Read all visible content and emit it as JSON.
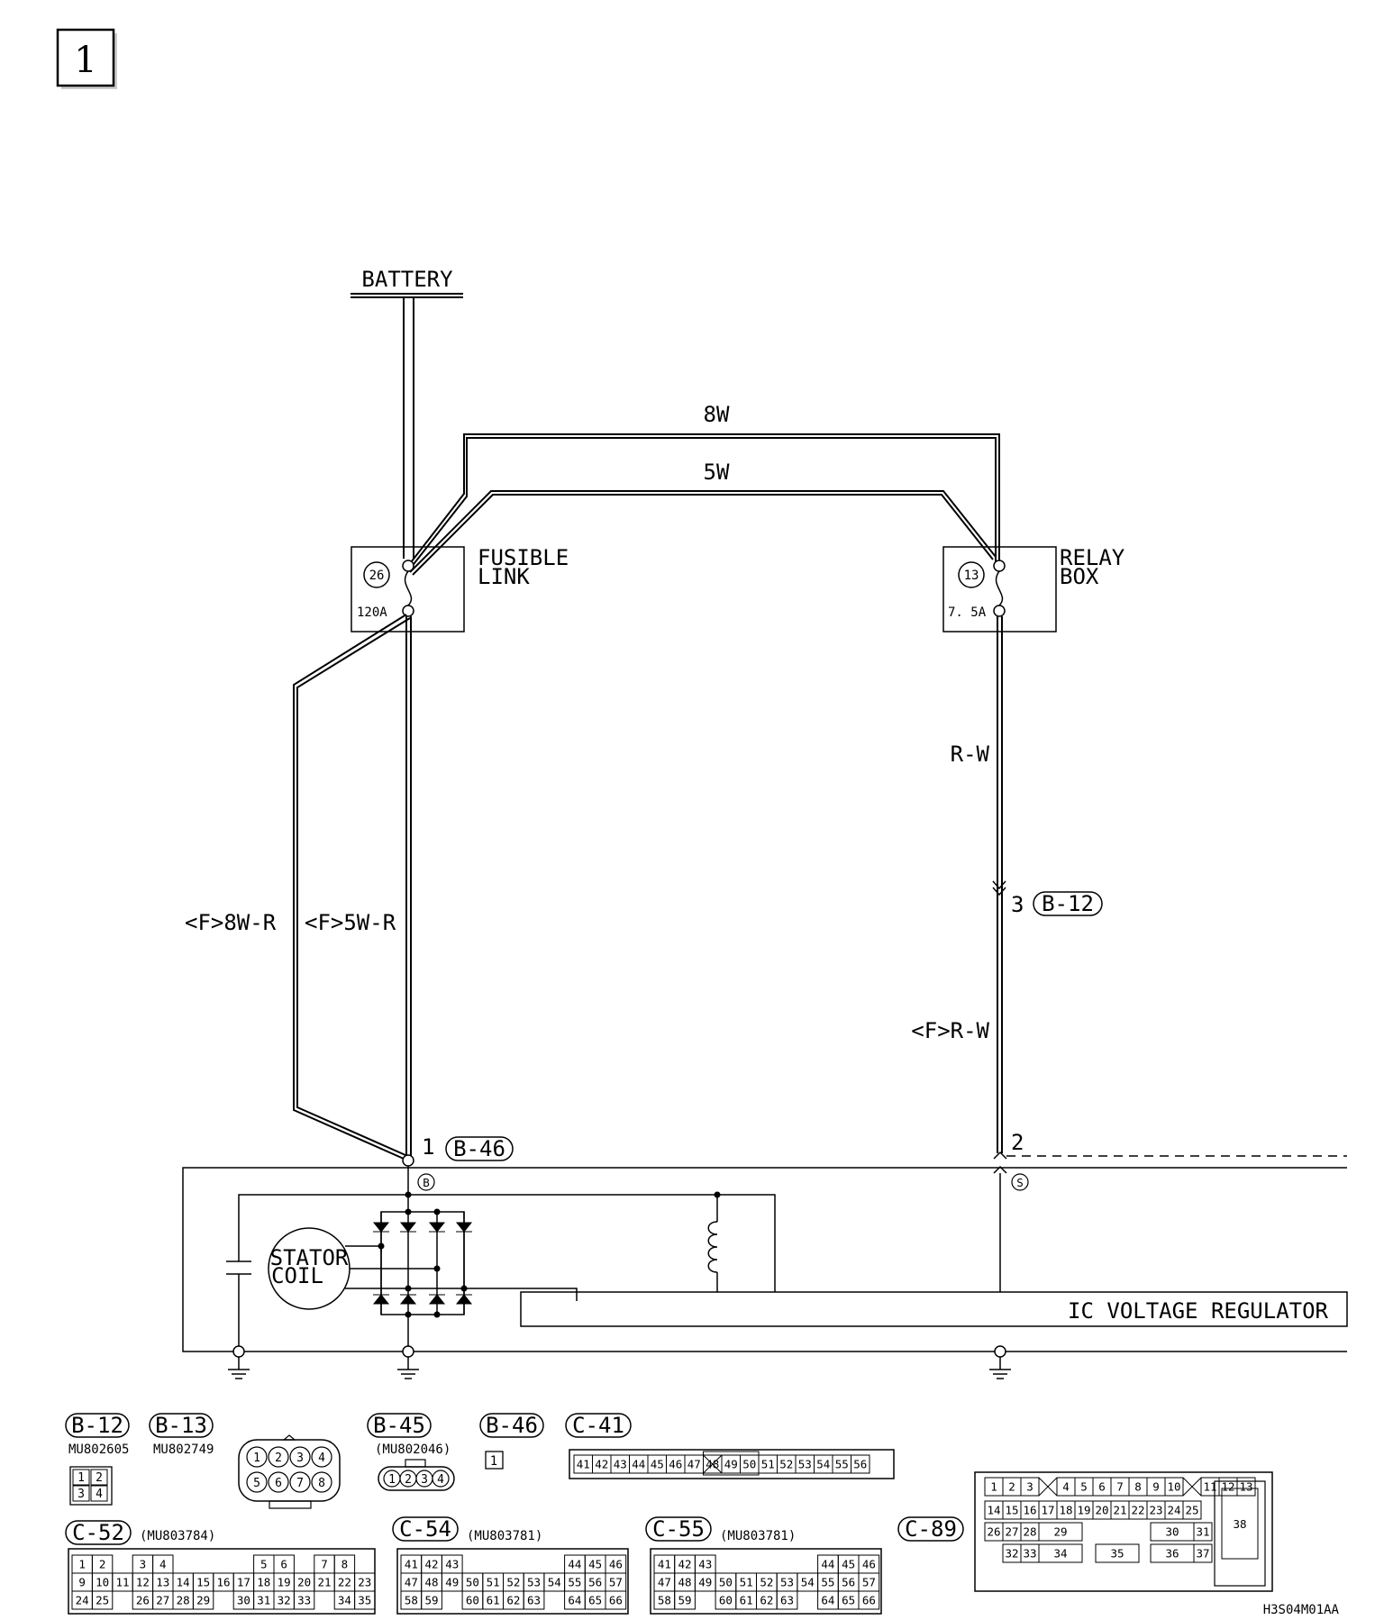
{
  "page_number": "1",
  "drawing_code": "H3S04M01AA",
  "battery_label": "BATTERY",
  "fusible_link": {
    "title_line1": "FUSIBLE",
    "title_line2": "LINK",
    "number": "26",
    "rating": "120A"
  },
  "relay_box": {
    "title_line1": "RELAY",
    "title_line2": "BOX",
    "number": "13",
    "rating": "7. 5A"
  },
  "wires": {
    "top_outer": "8W",
    "top_inner": "5W",
    "left_outer": "<F>8W-R",
    "left_inner": "<F>5W-R",
    "right_upper": "R-W",
    "right_lower": "<F>R-W"
  },
  "alternator": {
    "terminal_b_pin": "1",
    "terminal_b_connector": "B-46",
    "terminal_b_mark": "B",
    "terminal_s_pin": "2",
    "terminal_s_mark": "S",
    "relay_connector_pin": "3",
    "relay_connector": "B-12",
    "stator_line1": "STATOR",
    "stator_line2": "COIL",
    "regulator": "IC VOLTAGE REGULATOR"
  },
  "connectors": {
    "b12": {
      "id": "B-12",
      "part": "MU802605",
      "pins": [
        "1",
        "2",
        "3",
        "4"
      ]
    },
    "b13": {
      "id": "B-13",
      "part": "MU802749",
      "pins": [
        "1",
        "2",
        "3",
        "4",
        "5",
        "6",
        "7",
        "8"
      ]
    },
    "b45": {
      "id": "B-45",
      "part": "(MU802046)",
      "pins": [
        "1",
        "2",
        "3",
        "4"
      ]
    },
    "b46": {
      "id": "B-46",
      "pins": [
        "1"
      ]
    },
    "c41": {
      "id": "C-41",
      "pins": [
        "41",
        "42",
        "43",
        "44",
        "45",
        "46",
        "47",
        "48",
        "49",
        "50",
        "51",
        "52",
        "53",
        "54",
        "55",
        "56"
      ]
    },
    "c52": {
      "id": "C-52",
      "part": "(MU803784)",
      "rows": [
        [
          "1",
          "2",
          "",
          "3",
          "4",
          "",
          "",
          "",
          "",
          "5",
          "6",
          "",
          "7",
          "8"
        ],
        [
          "9",
          "10",
          "11",
          "12",
          "13",
          "14",
          "15",
          "16",
          "17",
          "18",
          "19",
          "20",
          "21",
          "22",
          "23"
        ],
        [
          "24",
          "25",
          "",
          "26",
          "27",
          "28",
          "29",
          "",
          "30",
          "31",
          "32",
          "33",
          "",
          "34",
          "35"
        ]
      ]
    },
    "c54": {
      "id": "C-54",
      "part": "(MU803781)",
      "rows": [
        [
          "41",
          "42",
          "43",
          "",
          "",
          "",
          "",
          "",
          "44",
          "45",
          "46"
        ],
        [
          "47",
          "48",
          "49",
          "50",
          "51",
          "52",
          "53",
          "54",
          "55",
          "56",
          "57"
        ],
        [
          "58",
          "59",
          "",
          "60",
          "61",
          "62",
          "63",
          "",
          "64",
          "65",
          "66"
        ]
      ]
    },
    "c55": {
      "id": "C-55",
      "part": "(MU803781)",
      "rows": [
        [
          "41",
          "42",
          "43",
          "",
          "",
          "",
          "",
          "",
          "44",
          "45",
          "46"
        ],
        [
          "47",
          "48",
          "49",
          "50",
          "51",
          "52",
          "53",
          "54",
          "55",
          "56",
          "57"
        ],
        [
          "58",
          "59",
          "",
          "60",
          "61",
          "62",
          "63",
          "",
          "64",
          "65",
          "66"
        ]
      ]
    },
    "c89": {
      "id": "C-89",
      "row1": [
        "1",
        "2",
        "3",
        "",
        "4",
        "5",
        "6",
        "7",
        "8",
        "9",
        "10",
        "",
        "11",
        "12",
        "13"
      ],
      "row2": [
        "14",
        "15",
        "16",
        "17",
        "18",
        "19",
        "20",
        "21",
        "22",
        "23",
        "24",
        "25"
      ],
      "row3": [
        "26",
        "27",
        "28",
        "29",
        "30",
        "31"
      ],
      "row4": [
        "32",
        "33",
        "34",
        "35",
        "36",
        "37"
      ],
      "big": "38"
    }
  }
}
